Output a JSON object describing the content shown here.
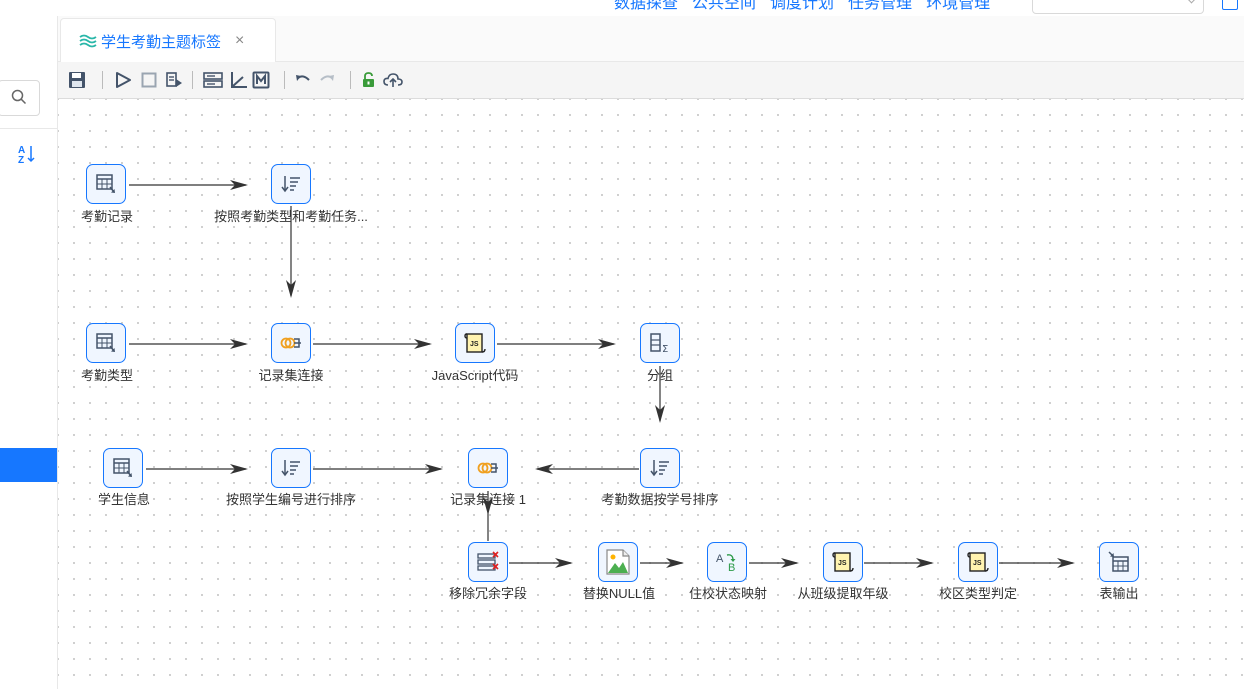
{
  "topnav": {
    "links": [
      "数据探查",
      "公共空间",
      "调度计划",
      "任务管理",
      "环境管理"
    ]
  },
  "tab": {
    "label": "学生考勤主题标签",
    "close": "×"
  },
  "colors": {
    "accent": "#1677ff",
    "node_bg": "#f0f6ff",
    "edge": "#333333"
  },
  "toolbar": {
    "items": [
      "save-icon",
      "run-icon",
      "stop-icon",
      "debug-run-icon",
      "layout-icon",
      "axis-icon",
      "monitor-icon",
      "undo-icon",
      "redo-icon",
      "unlock-icon",
      "publish-icon"
    ]
  },
  "nodes": {
    "n1": {
      "label": "考勤记录",
      "icon": "table-input-icon"
    },
    "n2": {
      "label": "按照考勤类型和考勤任务...",
      "icon": "sort-icon"
    },
    "n3": {
      "label": "考勤类型",
      "icon": "table-input-icon"
    },
    "n4": {
      "label": "记录集连接",
      "icon": "merge-join-icon"
    },
    "n5": {
      "label": "JavaScript代码",
      "icon": "javascript-icon"
    },
    "n6": {
      "label": "分组",
      "icon": "group-by-icon"
    },
    "n7": {
      "label": "学生信息",
      "icon": "table-input-icon"
    },
    "n8": {
      "label": "按照学生编号进行排序",
      "icon": "sort-icon"
    },
    "n9": {
      "label": "记录集连接 1",
      "icon": "merge-join-icon"
    },
    "n10": {
      "label": "考勤数据按学号排序",
      "icon": "sort-icon"
    },
    "n11": {
      "label": "移除冗余字段",
      "icon": "remove-fields-icon"
    },
    "n12": {
      "label": "替换NULL值",
      "icon": "broken-image-icon"
    },
    "n13": {
      "label": "住校状态映射",
      "icon": "value-mapper-icon"
    },
    "n14": {
      "label": "从班级提取年级",
      "icon": "javascript-icon"
    },
    "n15": {
      "label": "校区类型判定",
      "icon": "javascript-icon"
    },
    "n16": {
      "label": "表输出",
      "icon": "table-output-icon"
    }
  }
}
